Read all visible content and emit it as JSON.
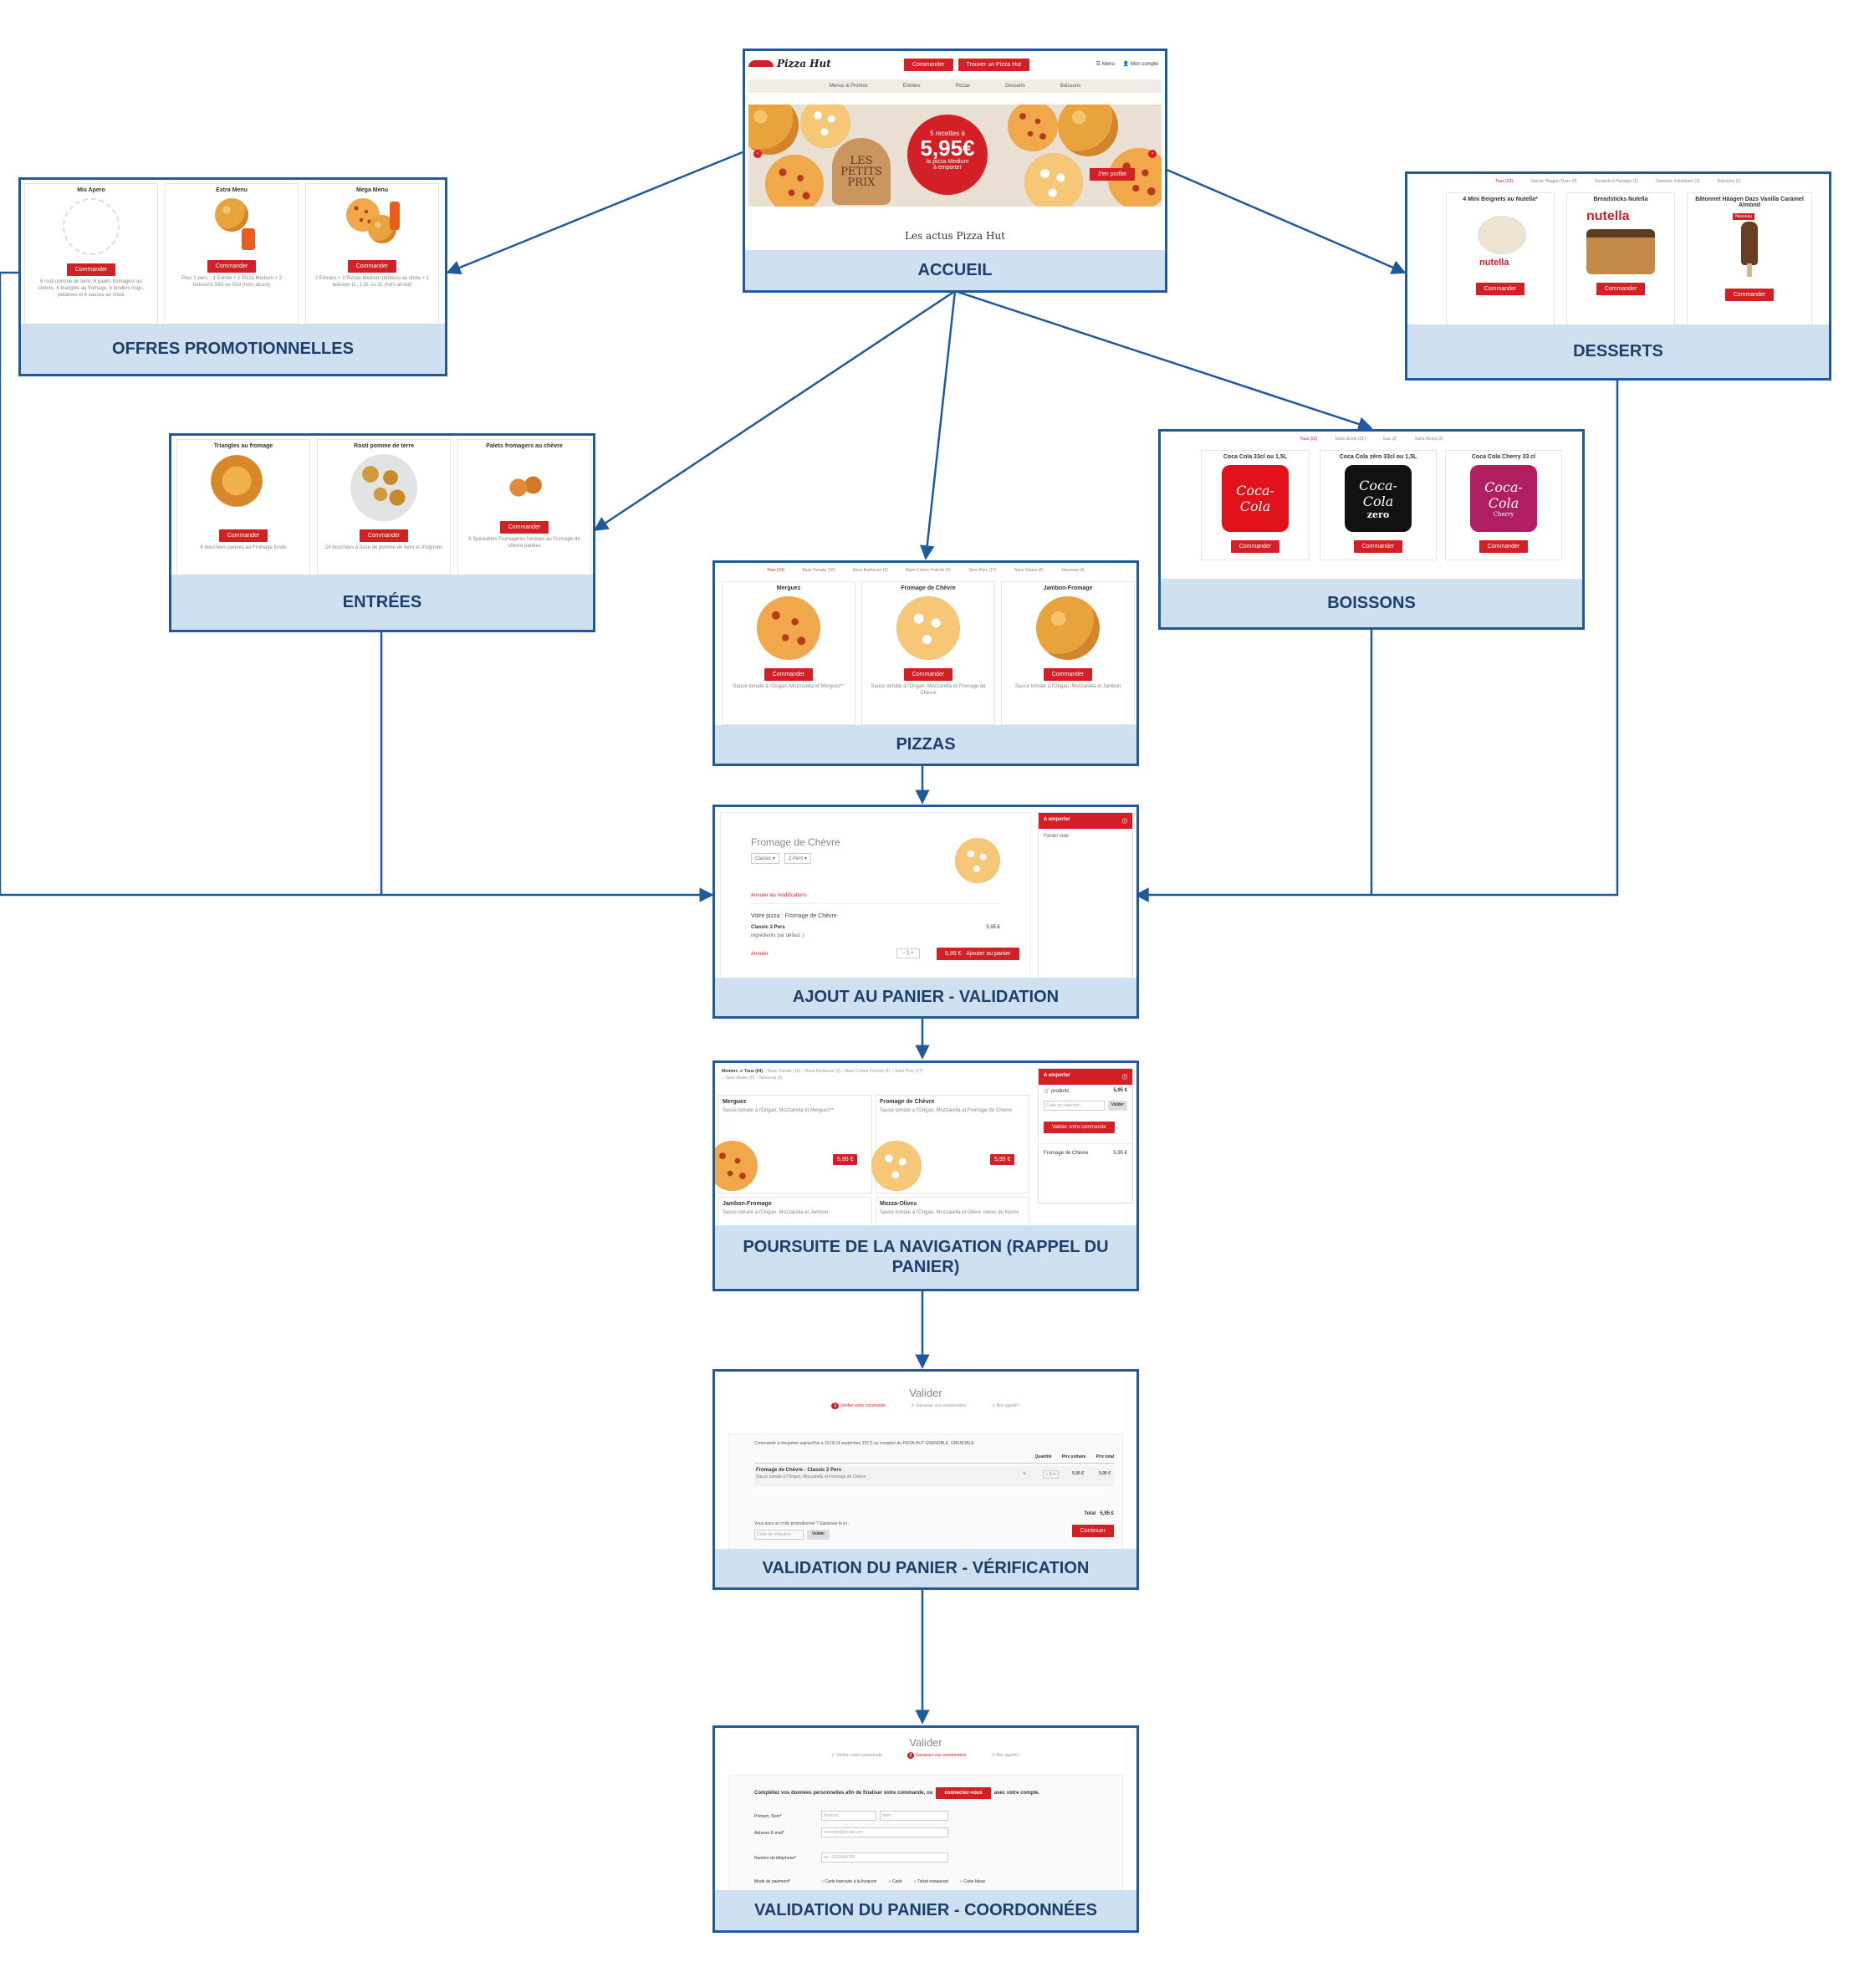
{
  "nodes": {
    "accueil": {
      "title": "ACCUEIL",
      "logo": "Pizza Hut",
      "btn_commander": "Commander",
      "btn_trouver": "Trouver un Pizza Hut",
      "menu_label": "Menu",
      "account_label": "Mon compte",
      "nav": [
        "Menus & Promos",
        "Entrées",
        "Pizzas",
        "Desserts",
        "Boissons"
      ],
      "banner_line1": "5 recettes à",
      "banner_price": "5,95€",
      "banner_line2": "la pizza Medium",
      "banner_line3": "à emporter",
      "banner_petits": "LES PETITS PRIX",
      "banner_cta": "J'en profite",
      "news": "Les actus Pizza Hut"
    },
    "offres": {
      "title": "OFFRES PROMOTIONNELLES",
      "cards": [
        {
          "name": "Mix Apero",
          "desc": "6 rosti pomme de terre, 6 palets fromagers au chèvre, 6 triangles au fromage, 6 tenders rings, potatoes et 4 sauces au choix"
        },
        {
          "name": "Extra Menu",
          "desc": "Pour 1 pers. : 1 Entrée + 1 Pizza Medium + 2 boissons 33cl ou 50cl (hors alcool)"
        },
        {
          "name": "Mega Menu",
          "desc": "2 Entrées + 2 Pizzas Medium (entière) au choix + 1 boisson 1L, 1,5L ou 2L (hors alcool)"
        }
      ],
      "btn": "Commander"
    },
    "desserts": {
      "title": "DESSERTS",
      "tabs": [
        "Tous (23)",
        "Glaces Häagen-Dazs (8)",
        "Desserts à Partager (2)",
        "Desserts Individuels (3)",
        "Boissons (1)"
      ],
      "cards": [
        {
          "name": "4 Mini Beignets au Nutella*",
          "brand": "nutella"
        },
        {
          "name": "Breadsticks Nutella",
          "brand": "nutella"
        },
        {
          "name": "Bâtonnet Häagen Dazs Vanilla Caramel Almond",
          "badge": "Nouveau"
        }
      ],
      "btn": "Commander"
    },
    "entrees": {
      "title": "ENTRÉES",
      "cards": [
        {
          "name": "Triangles au fromage",
          "desc": "6 bouchées panées au Fromage fondu"
        },
        {
          "name": "Rosti pomme de terre",
          "desc": "24 bouchées à base de pomme de terre et d'oignons"
        },
        {
          "name": "Palets fromagers au chèvre",
          "desc": "6 Spécialités Fromagères fondues au Fromage de chèvre panées"
        }
      ],
      "btn": "Commander"
    },
    "boissons": {
      "title": "BOISSONS",
      "tabs": [
        "Tous (23)",
        "Sans alcool (21)",
        "Eau (2)",
        "Sans Alcool (2)"
      ],
      "cards": [
        {
          "name": "Coca Cola 33cl ou 1,5L",
          "brand": "Coca-Cola"
        },
        {
          "name": "Coca Cola zéro 33cl ou 1,5L",
          "brand": "Coca-Cola",
          "sub": "zero"
        },
        {
          "name": "Coca Cola Cherry 33 cl",
          "brand": "Coca-Cola",
          "sub": "Cherry"
        }
      ],
      "btn": "Commander"
    },
    "pizzas": {
      "title": "PIZZAS",
      "tabs": [
        "Tous (24)",
        "Base Tomate (16)",
        "Base Barbecue (3)",
        "Base Crème Fraîche (4)",
        "Sans Porc (17)",
        "Sans Gluten (6)",
        "Nouveau (4)"
      ],
      "cards": [
        {
          "name": "Merguez",
          "desc": "Sauce tomate à l'Origan, Mozzarella et Merguez**"
        },
        {
          "name": "Fromage de Chèvre",
          "desc": "Sauce tomate à l'Origan, Mozzarella et Fromage de Chèvre"
        },
        {
          "name": "Jambon-Fromage",
          "desc": "Sauce tomate à l'Origan, Mozzarella et Jambon"
        }
      ],
      "btn": "Commander"
    },
    "ajout": {
      "title": "AJOUT AU PANIER - VALIDATION",
      "product": "Fromage de Chèvre",
      "select1": "Classic",
      "select2": "2 Pers",
      "cancel_mods": "Annuler les modifications",
      "your_pizza": "Votre pizza : Fromage de Chèvre",
      "line_label": "Classic 2 Pers",
      "line_price": "5,95 €",
      "ingredients": "Ingrédients par défaut :)",
      "cancel": "Annuler",
      "qty": "1",
      "add_btn": "5,95 € · Ajouter au panier",
      "cart_header": "A emporter",
      "cart_empty": "Panier vide"
    },
    "poursuite": {
      "title": "POURSUITE DE LA NAVIGATION (RAPPEL DU PANIER)",
      "filter_label": "Montrer:",
      "filters": [
        "Tous (24)",
        "Base Tomate (16)",
        "Base Barbecue (3)",
        "Base Crème Fraîche (4)",
        "Sans Porc (17)",
        "Sans Gluten (6)",
        "Nouveau (4)"
      ],
      "cards": [
        {
          "name": "Merguez",
          "desc": "Sauce tomate à l'Origan, Mozzarella et Merguez**"
        },
        {
          "name": "Fromage de Chèvre",
          "desc": "Sauce tomate à l'Origan, Mozzarella et Fromage de Chèvre"
        },
        {
          "name": "Jambon-Fromage",
          "desc": "Sauce tomate à l'Origan, Mozzarella et Jambon"
        },
        {
          "name": "Mozza-Olives",
          "desc": "Sauce tomate à l'Origan, Mozzarella et Olives noires de Nyons"
        }
      ],
      "price": "5,95 €",
      "cart_header": "A emporter",
      "cart_products": "produits",
      "cart_total": "5,95 €",
      "promo_placeholder": "Code de réduction",
      "promo_btn": "Valider",
      "validate_btn": "Valider votre commande",
      "cart_item": "Fromage de Chèvre",
      "cart_item_price": "5,95 €"
    },
    "verification": {
      "title": "VALIDATION DU PANIER - VÉRIFICATION",
      "heading": "Valider",
      "steps": [
        "Vérifier votre commande",
        "Saisissez vos coordonnées",
        "Bon appétit !"
      ],
      "info": "Commande à récupérer aujourd'hui à 22:00 (4 septembre 2017) au comptoir du PIZZA HUT GRENOBLE, GRENOBLE",
      "cols": [
        "Quantité",
        "Prix unitaire",
        "Prix total"
      ],
      "item": "Fromage de Chèvre - Classic 2 Pers",
      "item_desc": "Sauce tomate à l'Origan, Mozzarella et Fromage de Chèvre",
      "qty": "1",
      "unit": "5,95 €",
      "total_line": "5,95 €",
      "total_label": "Total",
      "total": "5,95 €",
      "promo_q": "Vous avez un code promotionnel ? Saisissez-le ici :",
      "promo_placeholder": "Code de réduction",
      "promo_btn": "Valider",
      "continue": "Continuer"
    },
    "coordonnees": {
      "title": "VALIDATION DU PANIER - COORDONNÉES",
      "heading": "Valider",
      "steps": [
        "Vérifier votre commande",
        "Saisissez vos coordonnées",
        "Bon appétit !"
      ],
      "intro_a": "Complétez vos données personnelles afin de finaliser votre commande, ou",
      "intro_btn": "connectez-vous",
      "intro_b": "avec votre compte.",
      "fields": [
        {
          "label": "Prénom, Nom*",
          "ph": "Prénom",
          "ph2": "Nom"
        },
        {
          "label": "Adresse E-mail*",
          "ph": "exemple@email.com"
        },
        {
          "label": "Numéro de téléphone*",
          "ph": "ex : 0123456789"
        },
        {
          "label": "Mode de paiement*",
          "ph": ""
        }
      ],
      "payments": [
        "Carte bancaire à la livraison",
        "Cash",
        "Ticket restaurant",
        "Carte bleue"
      ]
    }
  },
  "colors": {
    "border": "#1f5b9c",
    "caption_bg": "#cfe0f1",
    "caption_text": "#1d3f6b",
    "brand_red": "#d32027"
  }
}
